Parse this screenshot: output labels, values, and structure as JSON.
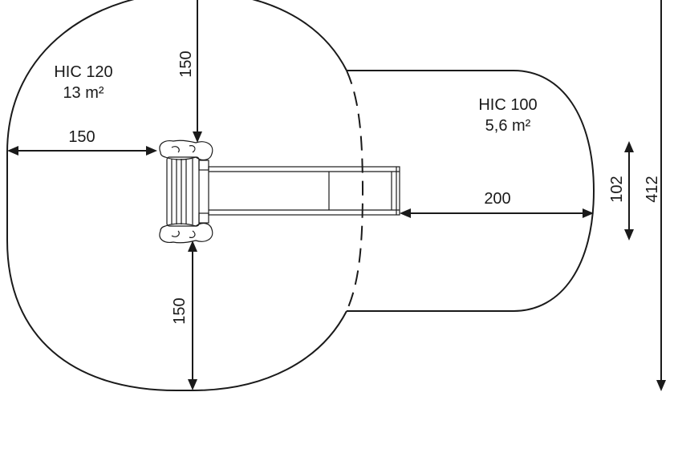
{
  "zones": {
    "large": {
      "name": "HIC 120",
      "area": "13 m²"
    },
    "small": {
      "name": "HIC 100",
      "area": "5,6 m²"
    }
  },
  "dimensions": {
    "top_vertical": "150",
    "left_horizontal": "150",
    "bottom_vertical": "150",
    "slide_run": "200",
    "width_small": "102",
    "overall_height": "412"
  },
  "colors": {
    "line": "#1a1a1a",
    "background": "#ffffff"
  }
}
